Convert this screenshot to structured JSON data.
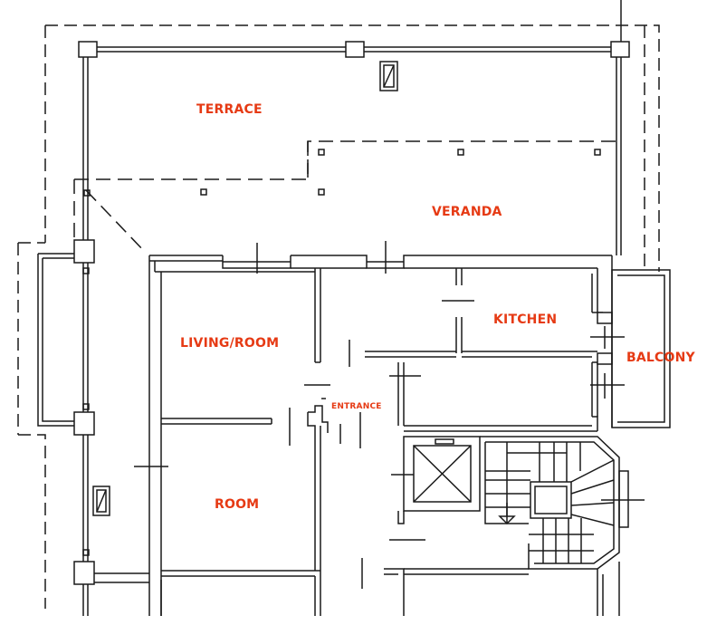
{
  "labels": {
    "terrace": "TERRACE",
    "veranda": "VERANDA",
    "kitchen": "KITCHEN",
    "living_room": "LIVING/ROOM",
    "balcony": "BALCONY",
    "entrance": "ENTRANCE",
    "room": "ROOM"
  },
  "colors": {
    "label": "#e63a14",
    "line": "#1a1a1a",
    "background": "#ffffff"
  }
}
